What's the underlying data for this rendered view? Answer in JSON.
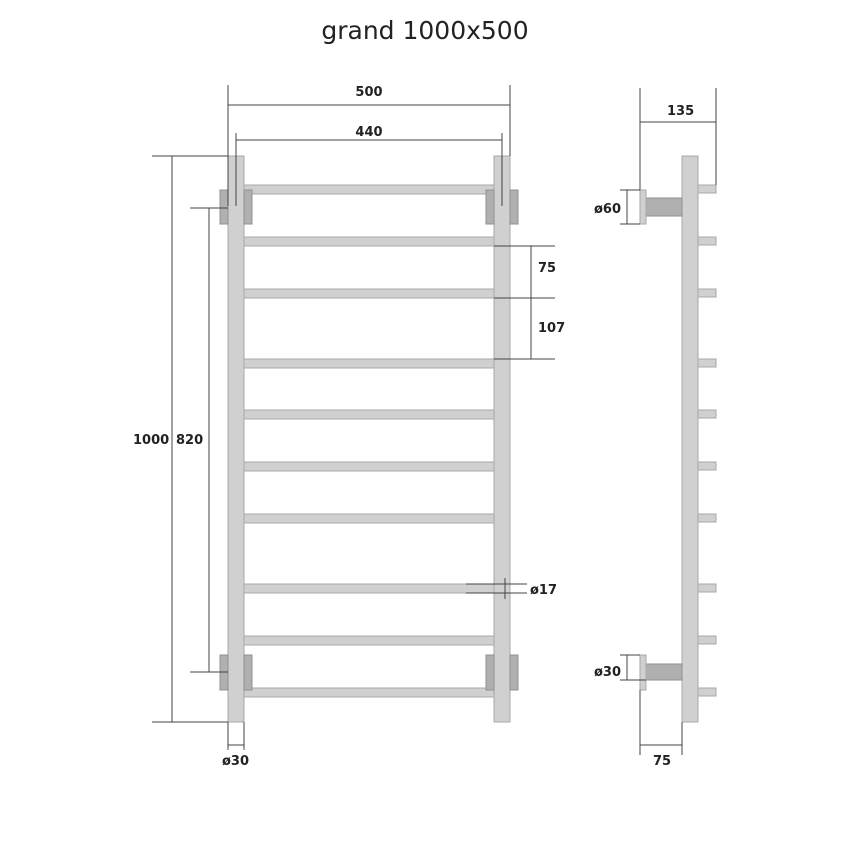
{
  "title": "grand 1000x500",
  "dimensions": {
    "width_outer": "500",
    "width_axis": "440",
    "step_small": "75",
    "step_large": "107",
    "height_total": "1000",
    "height_mount": "820",
    "rail_diameter": "ø30",
    "rung_diameter": "ø17",
    "depth_total": "135",
    "flange_diameter": "ø60",
    "mount_diameter": "ø30",
    "mount_depth": "75"
  },
  "colors": {
    "tube": "#d0d0d0",
    "bracket": "#b0b0b0",
    "line": "#444444"
  }
}
